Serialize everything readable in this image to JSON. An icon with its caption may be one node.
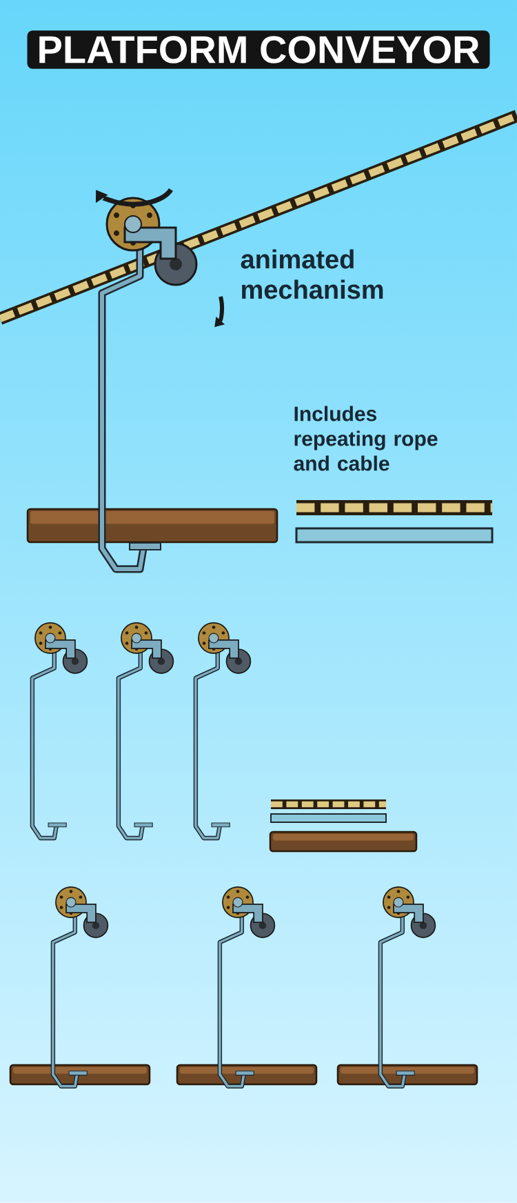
{
  "diagram": {
    "title": "PLATFORM CONVEYOR",
    "labels": [
      "animated mechanism",
      "Includes repeating rope and cable"
    ]
  }
}
